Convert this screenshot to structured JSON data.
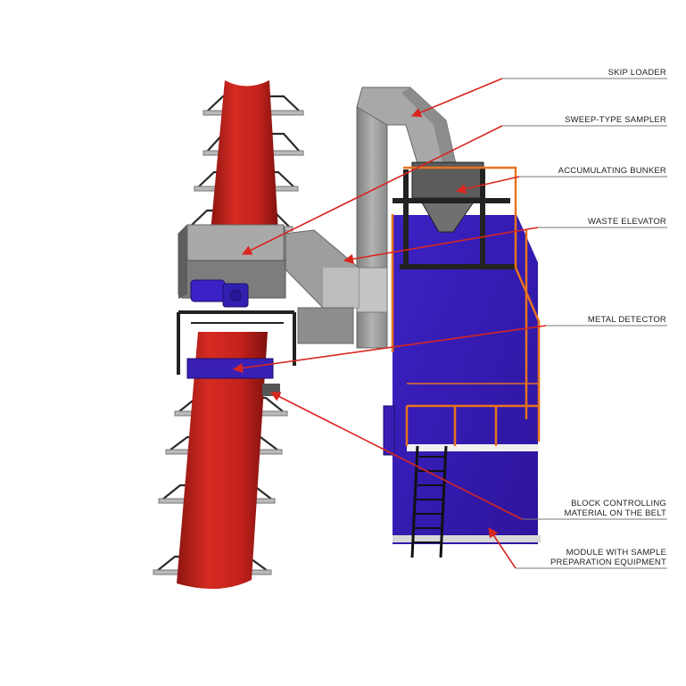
{
  "labels": {
    "skip_loader": "SKIP LOADER",
    "sweep_sampler": "SWEEP-TYPE SAMPLER",
    "accumulating_bunker": "ACCUMULATING BUNKER",
    "waste_elevator": "WASTE ELEVATOR",
    "metal_detector": "METAL DETECTOR",
    "block_controlling_1": "BLOCK CONTROLLING",
    "block_controlling_2": "MATERIAL ON THE BELT",
    "module_1": "MODULE WITH SAMPLE",
    "module_2": "PREPARATION EQUIPMENT"
  },
  "colors": {
    "belt": "#c8231f",
    "module": "#3a1fb5",
    "steel": "#9a9a9a",
    "railing": "#e8731f",
    "leader": "#d8261f"
  }
}
